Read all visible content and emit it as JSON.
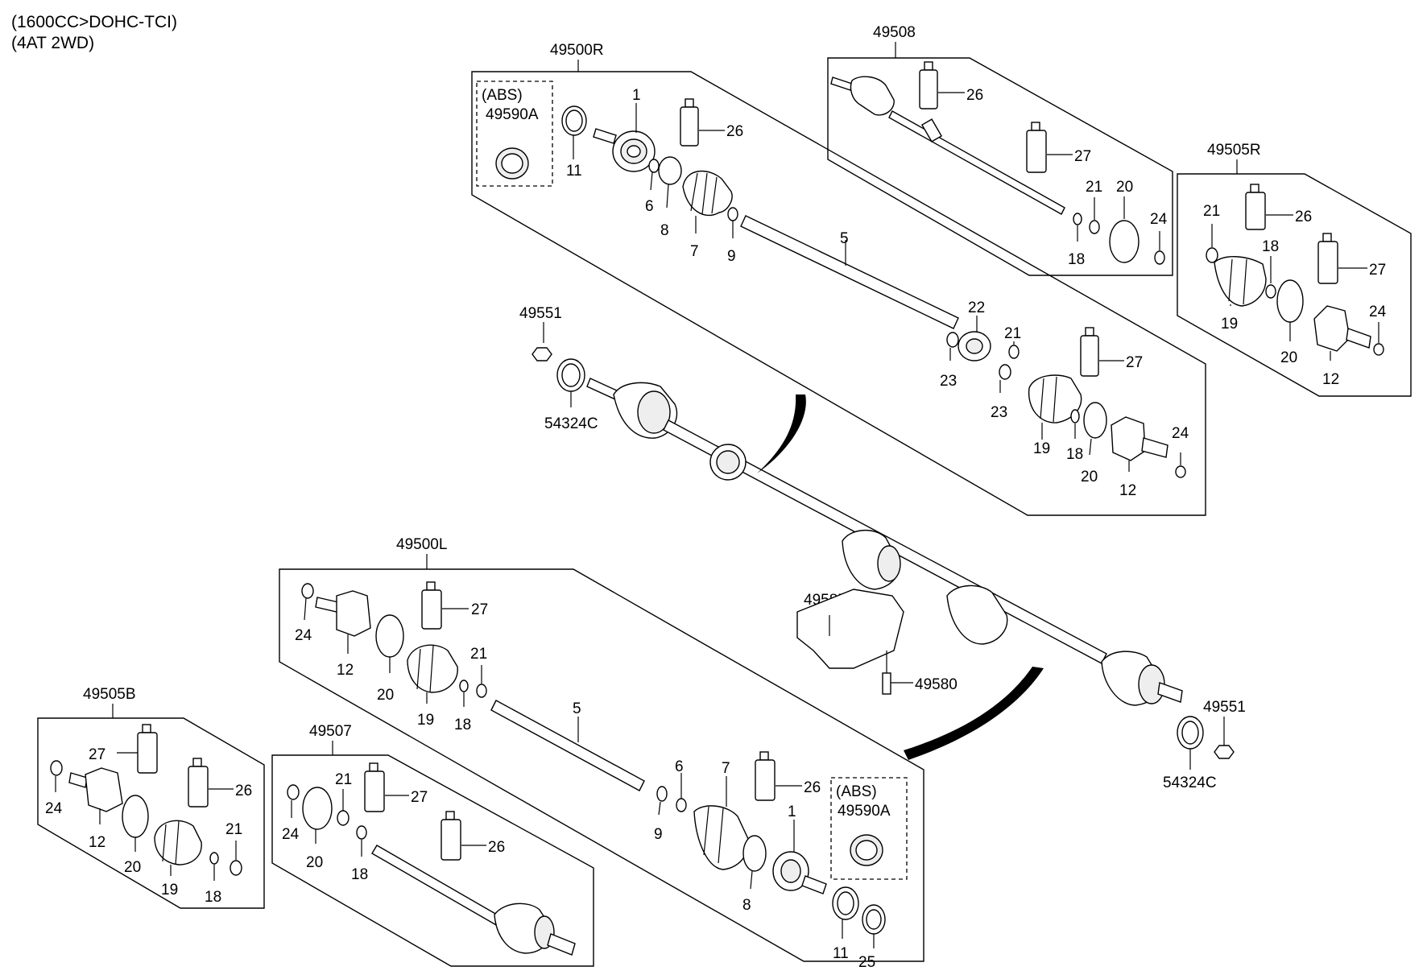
{
  "header": {
    "line1": "(1600CC>DOHC-TCI)",
    "line2": "(4AT 2WD)"
  },
  "panels": {
    "p49500R": {
      "title": "49500R",
      "abs": "(ABS)",
      "abs_part": "49590A",
      "labels": [
        "1",
        "11",
        "26",
        "6",
        "8",
        "7",
        "9",
        "5",
        "22",
        "21",
        "23",
        "23",
        "27",
        "19",
        "18",
        "20",
        "12",
        "24"
      ]
    },
    "p49508": {
      "title": "49508",
      "labels": [
        "26",
        "27",
        "21",
        "20",
        "24",
        "18"
      ]
    },
    "p49505R": {
      "title": "49505R",
      "labels": [
        "21",
        "26",
        "18",
        "27",
        "19",
        "20",
        "24",
        "12"
      ]
    },
    "p49500L": {
      "title": "49500L",
      "abs": "(ABS)",
      "abs_part": "49590A",
      "labels": [
        "27",
        "24",
        "12",
        "20",
        "19",
        "21",
        "18",
        "5",
        "6",
        "9",
        "7",
        "26",
        "1",
        "8",
        "11",
        "25"
      ]
    },
    "p49505B": {
      "title": "49505B",
      "labels": [
        "27",
        "26",
        "24",
        "12",
        "20",
        "19",
        "21",
        "18"
      ]
    },
    "p49507": {
      "title": "49507",
      "labels": [
        "21",
        "27",
        "24",
        "20",
        "18",
        "26"
      ]
    }
  },
  "main_assembly": {
    "nut_left": "49551",
    "washer_left": "54324C",
    "bracket": "49585",
    "bolt": "49580",
    "nut_right": "49551",
    "washer_right": "54324C"
  }
}
